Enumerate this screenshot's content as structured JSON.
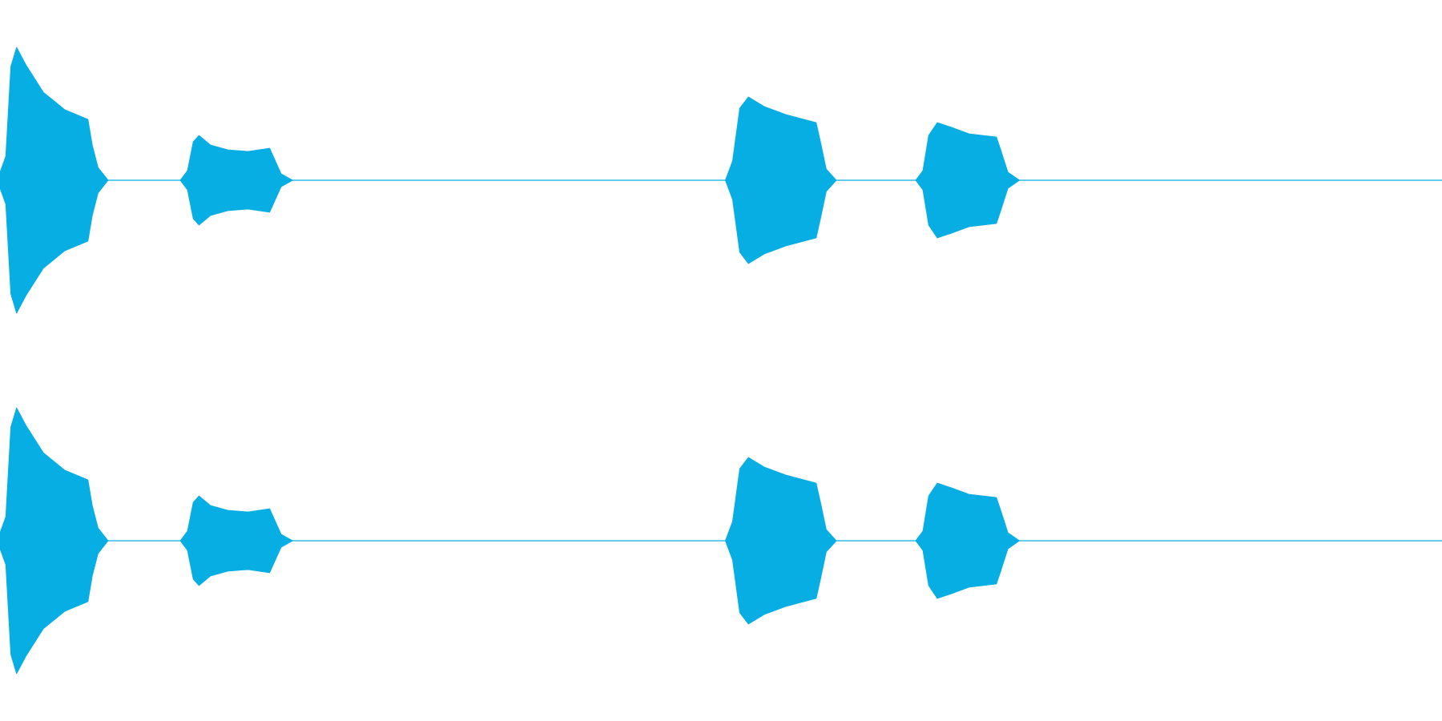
{
  "chart_data": {
    "type": "area",
    "description_free": true,
    "color": "#07aee4",
    "x_unit": "normalized_time",
    "xlim": [
      0,
      1
    ],
    "ylim": [
      -1,
      1
    ],
    "channels": [
      {
        "segments": [
          {
            "start": 0.0,
            "end": 0.075,
            "envelope": [
              [
                0.0,
                0.05
              ],
              [
                0.004,
                0.15
              ],
              [
                0.0075,
                0.71
              ],
              [
                0.0115,
                0.83
              ],
              [
                0.018,
                0.72
              ],
              [
                0.03,
                0.55
              ],
              [
                0.045,
                0.44
              ],
              [
                0.061,
                0.38
              ],
              [
                0.064,
                0.22
              ],
              [
                0.068,
                0.08
              ],
              [
                0.075,
                0.0
              ]
            ]
          },
          {
            "start": 0.125,
            "end": 0.203,
            "envelope": [
              [
                0.125,
                0.0
              ],
              [
                0.13,
                0.06
              ],
              [
                0.134,
                0.24
              ],
              [
                0.138,
                0.28
              ],
              [
                0.146,
                0.22
              ],
              [
                0.158,
                0.19
              ],
              [
                0.172,
                0.18
              ],
              [
                0.187,
                0.2
              ],
              [
                0.19,
                0.14
              ],
              [
                0.195,
                0.04
              ],
              [
                0.203,
                0.0
              ]
            ]
          },
          {
            "start": 0.503,
            "end": 0.58,
            "envelope": [
              [
                0.503,
                0.0
              ],
              [
                0.508,
                0.12
              ],
              [
                0.513,
                0.45
              ],
              [
                0.519,
                0.52
              ],
              [
                0.53,
                0.46
              ],
              [
                0.545,
                0.41
              ],
              [
                0.566,
                0.36
              ],
              [
                0.569,
                0.24
              ],
              [
                0.573,
                0.07
              ],
              [
                0.58,
                0.0
              ]
            ]
          },
          {
            "start": 0.635,
            "end": 0.707,
            "envelope": [
              [
                0.635,
                0.0
              ],
              [
                0.64,
                0.06
              ],
              [
                0.644,
                0.28
              ],
              [
                0.65,
                0.36
              ],
              [
                0.66,
                0.33
              ],
              [
                0.672,
                0.29
              ],
              [
                0.691,
                0.27
              ],
              [
                0.694,
                0.19
              ],
              [
                0.699,
                0.05
              ],
              [
                0.707,
                0.0
              ]
            ]
          }
        ]
      },
      {
        "segments": [
          {
            "start": 0.0,
            "end": 0.075,
            "envelope": [
              [
                0.0,
                0.05
              ],
              [
                0.004,
                0.15
              ],
              [
                0.0075,
                0.71
              ],
              [
                0.0115,
                0.83
              ],
              [
                0.018,
                0.72
              ],
              [
                0.03,
                0.55
              ],
              [
                0.045,
                0.44
              ],
              [
                0.061,
                0.38
              ],
              [
                0.064,
                0.22
              ],
              [
                0.068,
                0.08
              ],
              [
                0.075,
                0.0
              ]
            ]
          },
          {
            "start": 0.125,
            "end": 0.203,
            "envelope": [
              [
                0.125,
                0.0
              ],
              [
                0.13,
                0.06
              ],
              [
                0.134,
                0.24
              ],
              [
                0.138,
                0.28
              ],
              [
                0.146,
                0.22
              ],
              [
                0.158,
                0.19
              ],
              [
                0.172,
                0.18
              ],
              [
                0.187,
                0.2
              ],
              [
                0.19,
                0.14
              ],
              [
                0.195,
                0.04
              ],
              [
                0.203,
                0.0
              ]
            ]
          },
          {
            "start": 0.503,
            "end": 0.58,
            "envelope": [
              [
                0.503,
                0.0
              ],
              [
                0.508,
                0.12
              ],
              [
                0.513,
                0.45
              ],
              [
                0.519,
                0.52
              ],
              [
                0.53,
                0.46
              ],
              [
                0.545,
                0.41
              ],
              [
                0.566,
                0.36
              ],
              [
                0.569,
                0.24
              ],
              [
                0.573,
                0.07
              ],
              [
                0.58,
                0.0
              ]
            ]
          },
          {
            "start": 0.635,
            "end": 0.707,
            "envelope": [
              [
                0.635,
                0.0
              ],
              [
                0.64,
                0.06
              ],
              [
                0.644,
                0.28
              ],
              [
                0.65,
                0.36
              ],
              [
                0.66,
                0.33
              ],
              [
                0.672,
                0.29
              ],
              [
                0.691,
                0.27
              ],
              [
                0.694,
                0.19
              ],
              [
                0.699,
                0.05
              ],
              [
                0.707,
                0.0
              ]
            ]
          }
        ]
      }
    ],
    "grid": false,
    "legend": "none"
  }
}
